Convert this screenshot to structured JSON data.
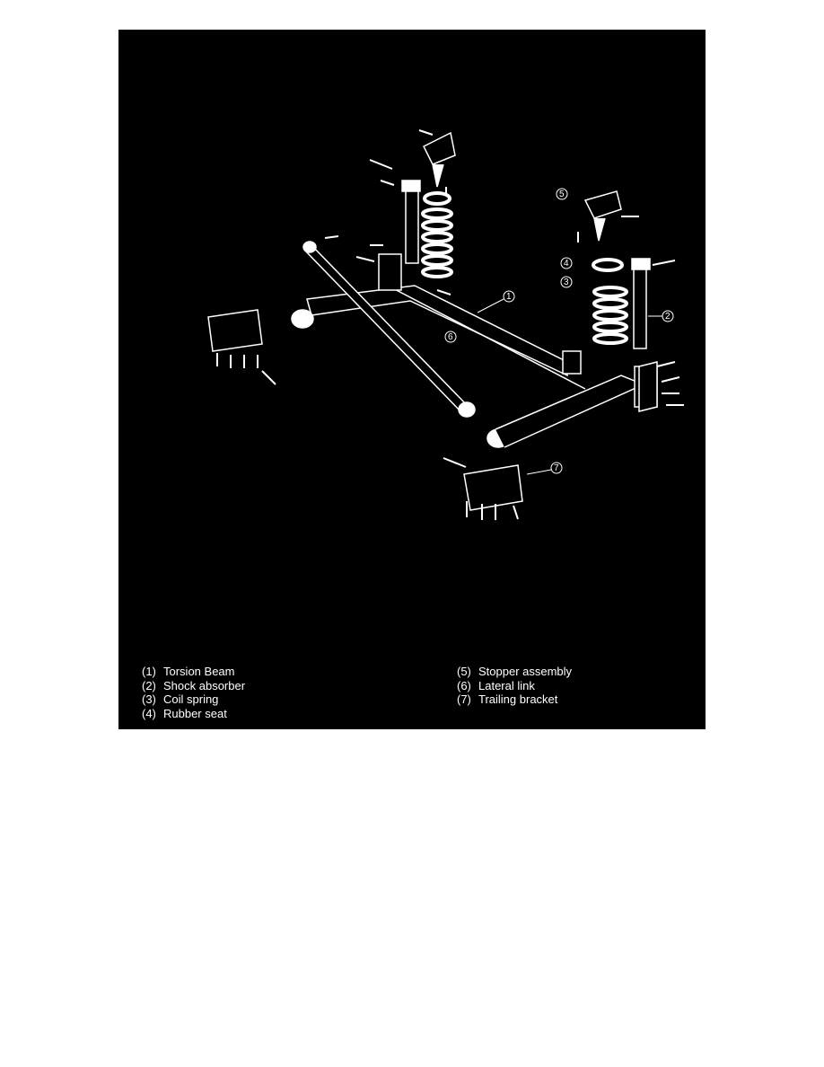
{
  "figure": {
    "background": "#000000",
    "line_color": "#ffffff",
    "callouts": [
      "1",
      "2",
      "3",
      "4",
      "5",
      "6",
      "7"
    ]
  },
  "legend": {
    "left": [
      {
        "num": "(1)",
        "label": "Torsion Beam"
      },
      {
        "num": "(2)",
        "label": "Shock absorber"
      },
      {
        "num": "(3)",
        "label": "Coil spring"
      },
      {
        "num": "(4)",
        "label": "Rubber seat"
      }
    ],
    "right": [
      {
        "num": "(5)",
        "label": "Stopper assembly"
      },
      {
        "num": "(6)",
        "label": "Lateral link"
      },
      {
        "num": "(7)",
        "label": "Trailing bracket"
      }
    ]
  }
}
